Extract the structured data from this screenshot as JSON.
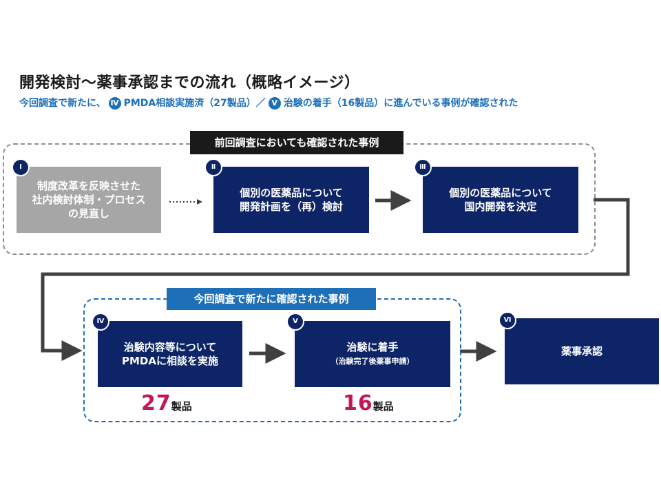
{
  "title": "開発検討～薬事承認までの流れ（概略イメージ）",
  "subtitle": {
    "prefix": "今回調査で新たに、",
    "badge_iv": "Ⅳ",
    "mid": "PMDA相談実施済（27製品）／",
    "badge_v": "Ⅴ",
    "suffix": "治験の着手（16製品）に進んでいる事例が確認された"
  },
  "groups": {
    "previous": "前回調査においても確認された事例",
    "new": "今回調査で新たに確認された事例"
  },
  "steps": [
    {
      "num": "Ⅰ",
      "lines": [
        "制度改革を反映させた",
        "社内検討体制・プロセス",
        "の見直し"
      ]
    },
    {
      "num": "Ⅱ",
      "lines": [
        "個別の医薬品について",
        "開発計画を（再）検討"
      ]
    },
    {
      "num": "Ⅲ",
      "lines": [
        "個別の医薬品について",
        "国内開発を決定"
      ]
    },
    {
      "num": "Ⅳ",
      "lines": [
        "治験内容等について",
        "PMDAに相談を実施"
      ]
    },
    {
      "num": "Ⅴ",
      "lines": [
        "治験に着手"
      ],
      "sub": "（治験完了後薬事申請）"
    },
    {
      "num": "Ⅵ",
      "lines": [
        "薬事承認"
      ]
    }
  ],
  "counts": [
    {
      "value": "27",
      "unit": "製品"
    },
    {
      "value": "16",
      "unit": "製品"
    }
  ],
  "colors": {
    "navy": "#0d2466",
    "gray": "#a6a6a6",
    "blue": "#1d6fb8",
    "magenta": "#c2185b",
    "connector": "#404040"
  }
}
